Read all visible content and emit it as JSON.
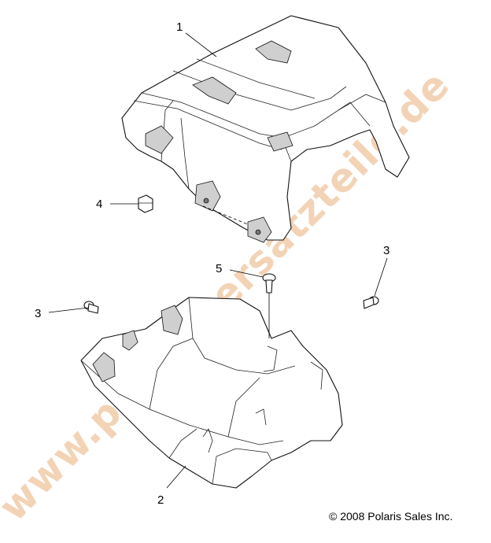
{
  "watermark": "www.polaris-ersatzteile.de",
  "callouts": {
    "c1": "1",
    "c2": "2",
    "c3a": "3",
    "c3b": "3",
    "c4": "4",
    "c5": "5"
  },
  "copyright": "© 2008 Polaris Sales Inc.",
  "colors": {
    "watermark": "#f3d3b6",
    "line": "#111111",
    "background": "#ffffff"
  }
}
